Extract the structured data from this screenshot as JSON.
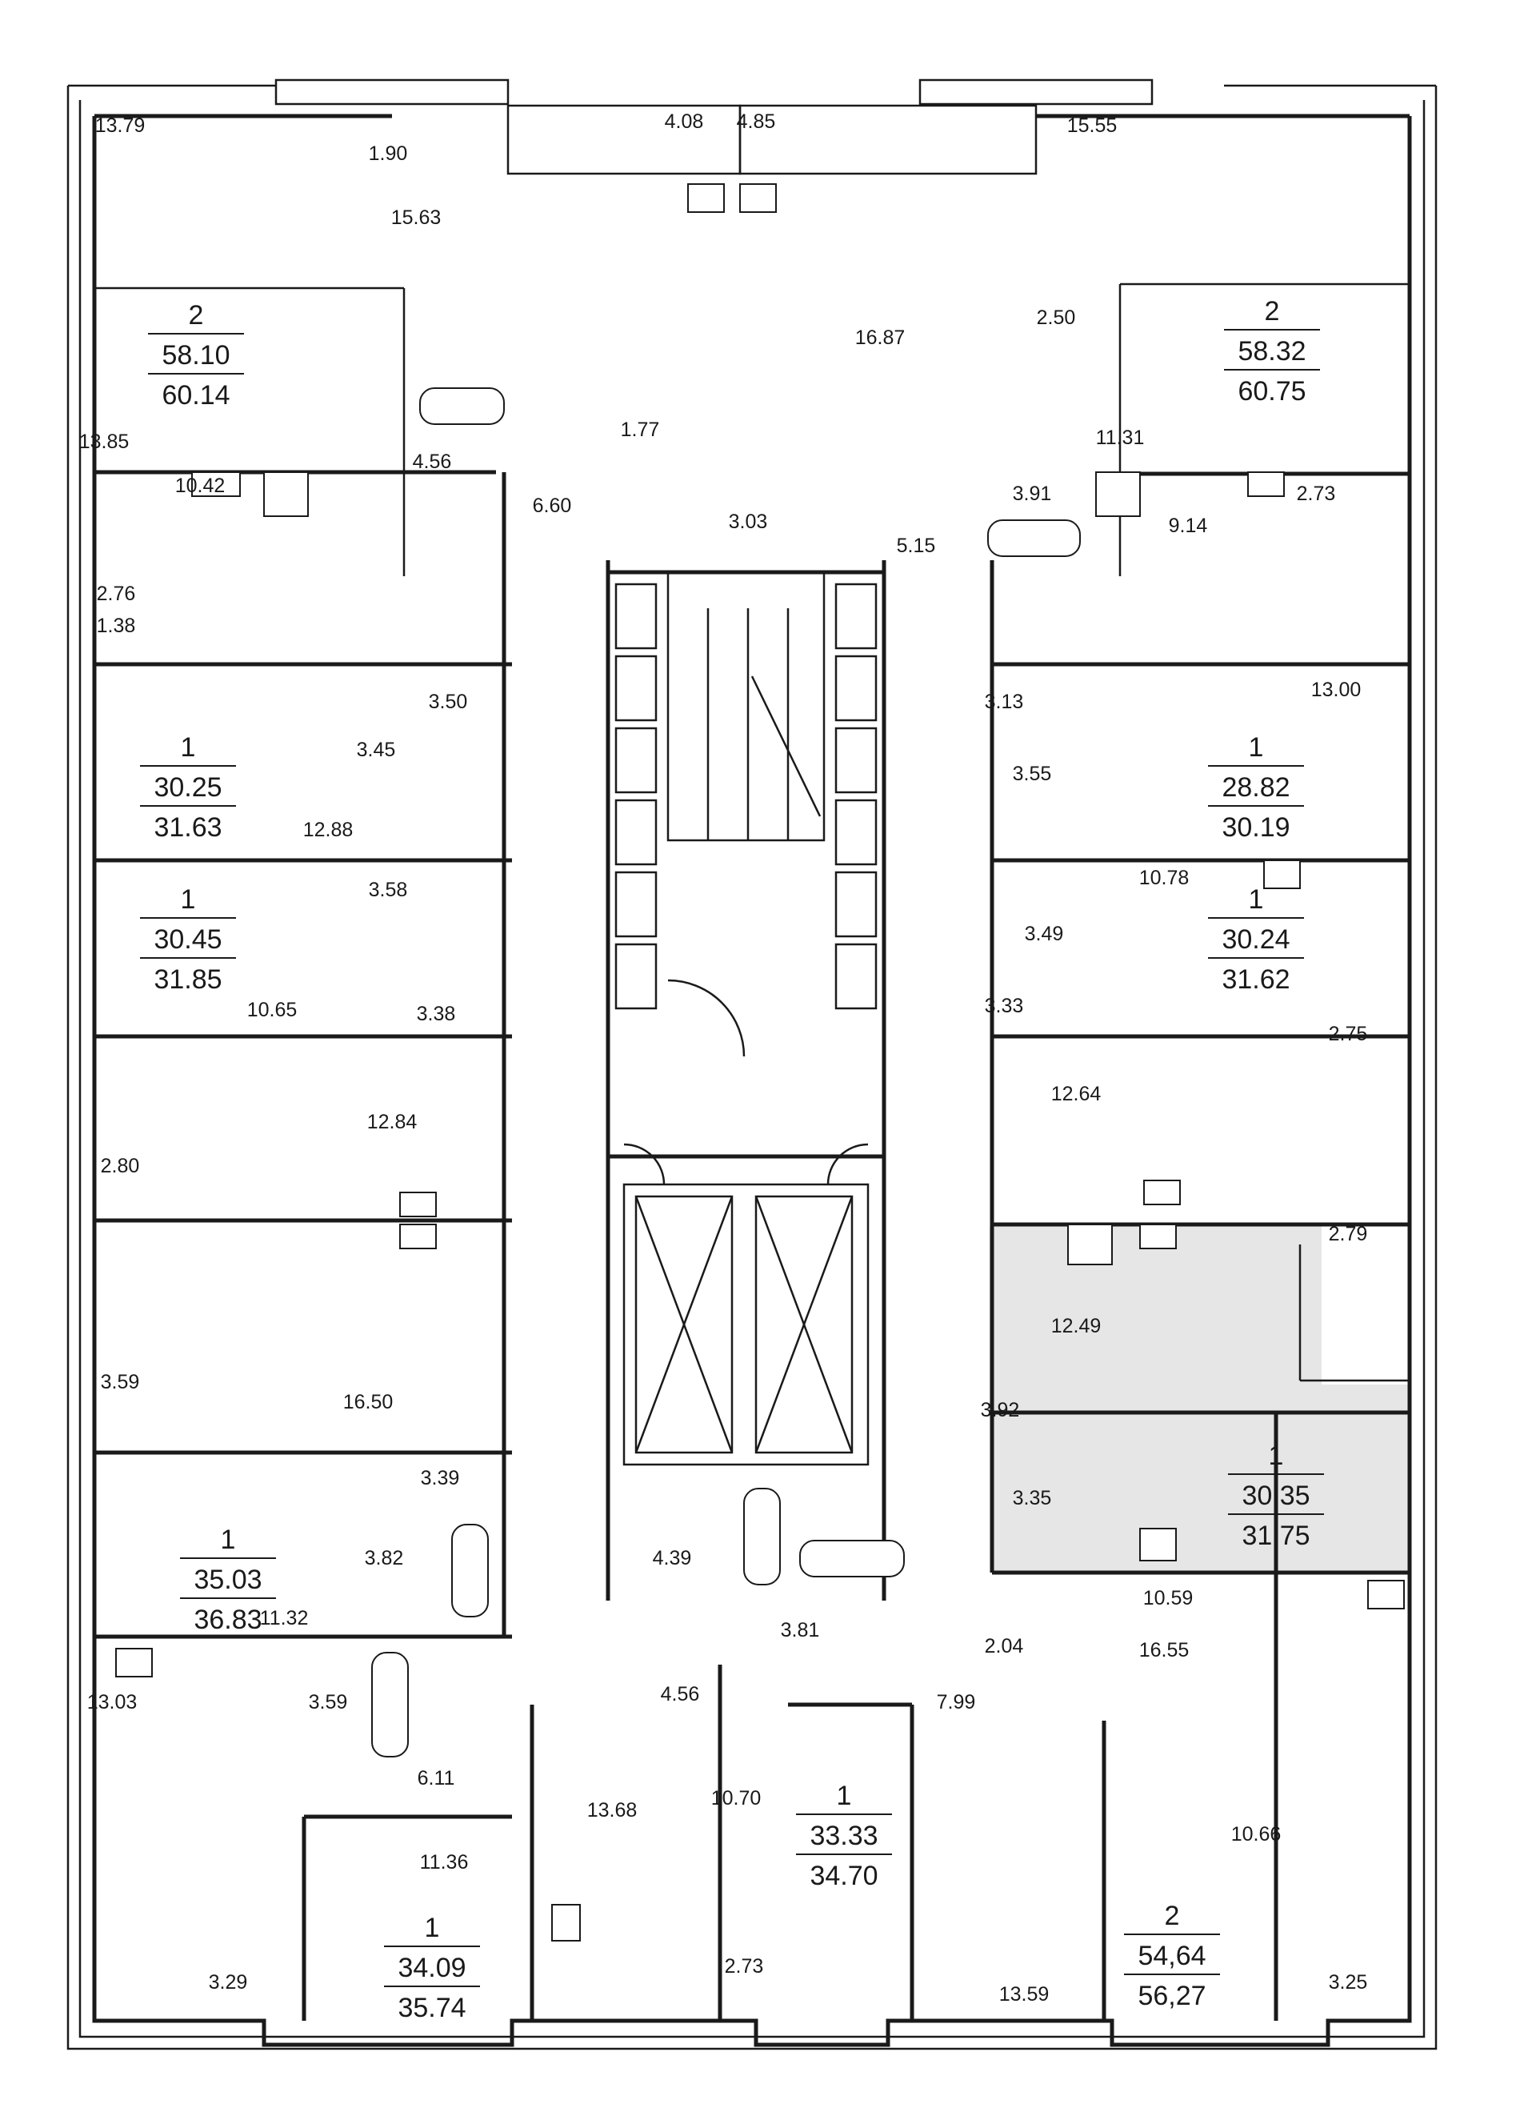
{
  "plan": {
    "highlight_color": "#e6e6e6",
    "line_color": "#1a1a1a",
    "units": [
      {
        "rooms": "2",
        "living_area": "58.10",
        "total_area": "60.14"
      },
      {
        "rooms": "2",
        "living_area": "58.32",
        "total_area": "60.75"
      },
      {
        "rooms": "1",
        "living_area": "30.25",
        "total_area": "31.63"
      },
      {
        "rooms": "1",
        "living_area": "28.82",
        "total_area": "30.19"
      },
      {
        "rooms": "1",
        "living_area": "30.45",
        "total_area": "31.85"
      },
      {
        "rooms": "1",
        "living_area": "30.24",
        "total_area": "31.62"
      },
      {
        "rooms": "1",
        "living_area": "30.35",
        "total_area": "31.75",
        "highlighted": true
      },
      {
        "rooms": "1",
        "living_area": "35.03",
        "total_area": "36.83"
      },
      {
        "rooms": "1",
        "living_area": "33.33",
        "total_area": "34.70"
      },
      {
        "rooms": "1",
        "living_area": "34.09",
        "total_area": "35.74"
      },
      {
        "rooms": "2",
        "living_area": "54,64",
        "total_area": "56,27"
      }
    ],
    "room_areas": [
      "13.79",
      "1.90",
      "15.63",
      "4.08",
      "4.85",
      "15.55",
      "16.87",
      "2.50",
      "13.85",
      "4.56",
      "1.77",
      "6.60",
      "11.31",
      "10.42",
      "3.03",
      "5.15",
      "3.91",
      "2.73",
      "9.14",
      "2.76",
      "1.38",
      "3.50",
      "3.45",
      "13.00",
      "3.13",
      "3.55",
      "12.88",
      "3.58",
      "10.78",
      "3.49",
      "10.65",
      "3.38",
      "3.33",
      "12.84",
      "12.64",
      "2.75",
      "2.80",
      "2.79",
      "12.49",
      "3.59",
      "16.50",
      "3.92",
      "3.39",
      "3.35",
      "3.82",
      "4.39",
      "11.32",
      "10.59",
      "3.81",
      "2.04",
      "16.55",
      "13.03",
      "3.59",
      "4.56",
      "7.99",
      "6.11",
      "13.68",
      "10.70",
      "11.36",
      "10.66",
      "3.29",
      "2.73",
      "13.59",
      "3.25"
    ]
  }
}
